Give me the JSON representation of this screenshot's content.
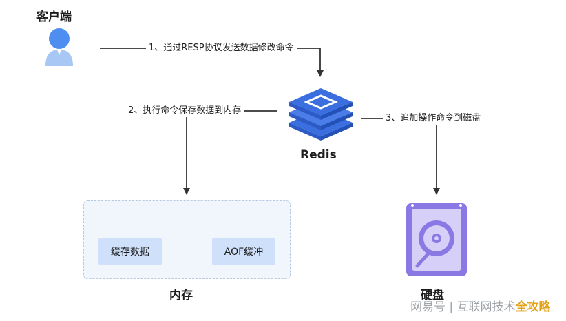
{
  "nodes": {
    "client": "客户端",
    "redis": "Redis",
    "memory": "内存",
    "disk": "硬盘"
  },
  "edges": {
    "step1": "1、通过RESP协议发送数据修改命令",
    "step2": "2、执行命令保存数据到内存",
    "step3": "3、追加操作命令到磁盘"
  },
  "memory_boxes": {
    "cache": "缓存数据",
    "aof": "AOF缓冲"
  },
  "watermark": {
    "part1": "网易号",
    "part2": "| 互联网技术",
    "part3": "全攻略"
  },
  "colors": {
    "arrow": "#333333",
    "redis_blue": "#3b6fe0",
    "client_blue": "#4e8ef0",
    "memory_box": "#cfe0fb",
    "disk_purple": "#8a78e4",
    "disk_fill": "#d6cff7"
  }
}
